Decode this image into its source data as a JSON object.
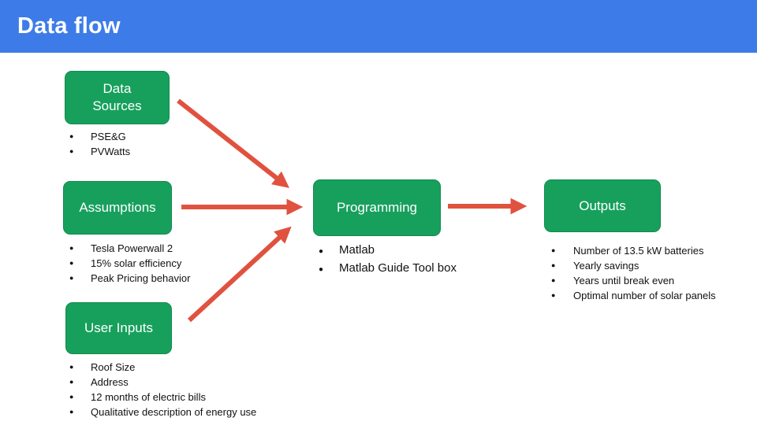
{
  "colors": {
    "header_blue": "#3d7ce8",
    "node_green": "#17a05c",
    "arrow_red": "#e0523f"
  },
  "header": {
    "title": "Data flow"
  },
  "nodes": {
    "data_sources": {
      "label": "Data Sources"
    },
    "assumptions": {
      "label": "Assumptions"
    },
    "user_inputs": {
      "label": "User Inputs"
    },
    "programming": {
      "label": "Programming"
    },
    "outputs": {
      "label": "Outputs"
    }
  },
  "lists": {
    "data_sources": {
      "items": [
        "PSE&G",
        "PVWatts"
      ]
    },
    "assumptions": {
      "items": [
        "Tesla Powerwall 2",
        "15% solar efficiency",
        "Peak Pricing behavior"
      ]
    },
    "user_inputs": {
      "items": [
        "Roof Size",
        "Address",
        "12 months of electric bills",
        "Qualitative description of energy use"
      ]
    },
    "programming": {
      "items": [
        "Matlab",
        "Matlab Guide Tool box"
      ]
    },
    "outputs": {
      "items": [
        "Number of 13.5 kW batteries",
        "Yearly savings",
        "Years until break even",
        "Optimal number of solar panels"
      ]
    }
  }
}
